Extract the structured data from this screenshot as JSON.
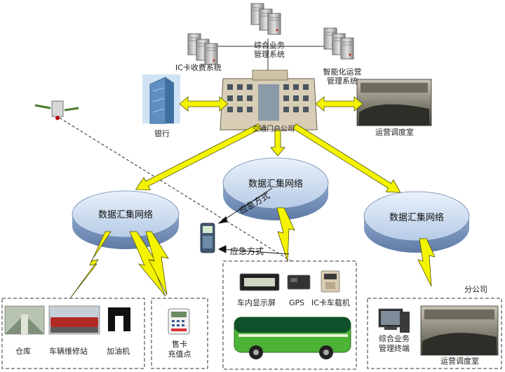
{
  "servers": {
    "billing": "IC卡收费系统",
    "integrated_l1": "综合业务",
    "integrated_l2": "管理系统",
    "ops_l1": "智能化运营",
    "ops_l2": "管理系统"
  },
  "hq_label": "交通门户公司",
  "bank_label": "银行",
  "hq_dispatch_label": "运营调度室",
  "networks": {
    "left": "数据汇集网络",
    "center": "数据汇集网络",
    "right": "数据汇集网络"
  },
  "emergency": {
    "upper": "应急方式",
    "lower": "应急方式"
  },
  "left_box": {
    "warehouse": "仓库",
    "repair": "车辆维修站",
    "fuel": "加油机"
  },
  "card_box": {
    "l1": "售卡",
    "l2": "充值点"
  },
  "bus_box": {
    "display": "车内显示屏",
    "gps": "GPS",
    "ic_reader": "IC卡车载机"
  },
  "branch_label": "分公司",
  "branch_box": {
    "terminal_l1": "综合业务",
    "terminal_l2": "管理终端",
    "dispatch": "运营调度室"
  }
}
